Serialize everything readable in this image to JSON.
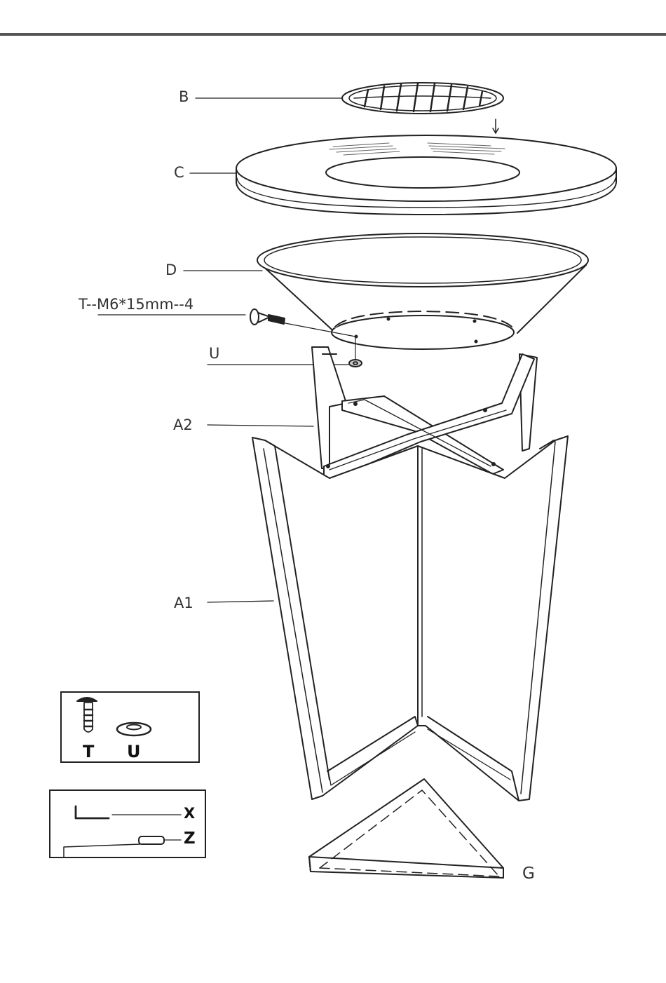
{
  "parts": {
    "b": "B",
    "c": "C",
    "d": "D",
    "u": "U",
    "a2": "A2",
    "a1": "A1",
    "g": "G"
  },
  "screw_spec": "T--M6*15mm--4",
  "hardware_box": {
    "t": "T",
    "u": "U"
  },
  "tools_box": {
    "x": "X",
    "z": "Z"
  }
}
